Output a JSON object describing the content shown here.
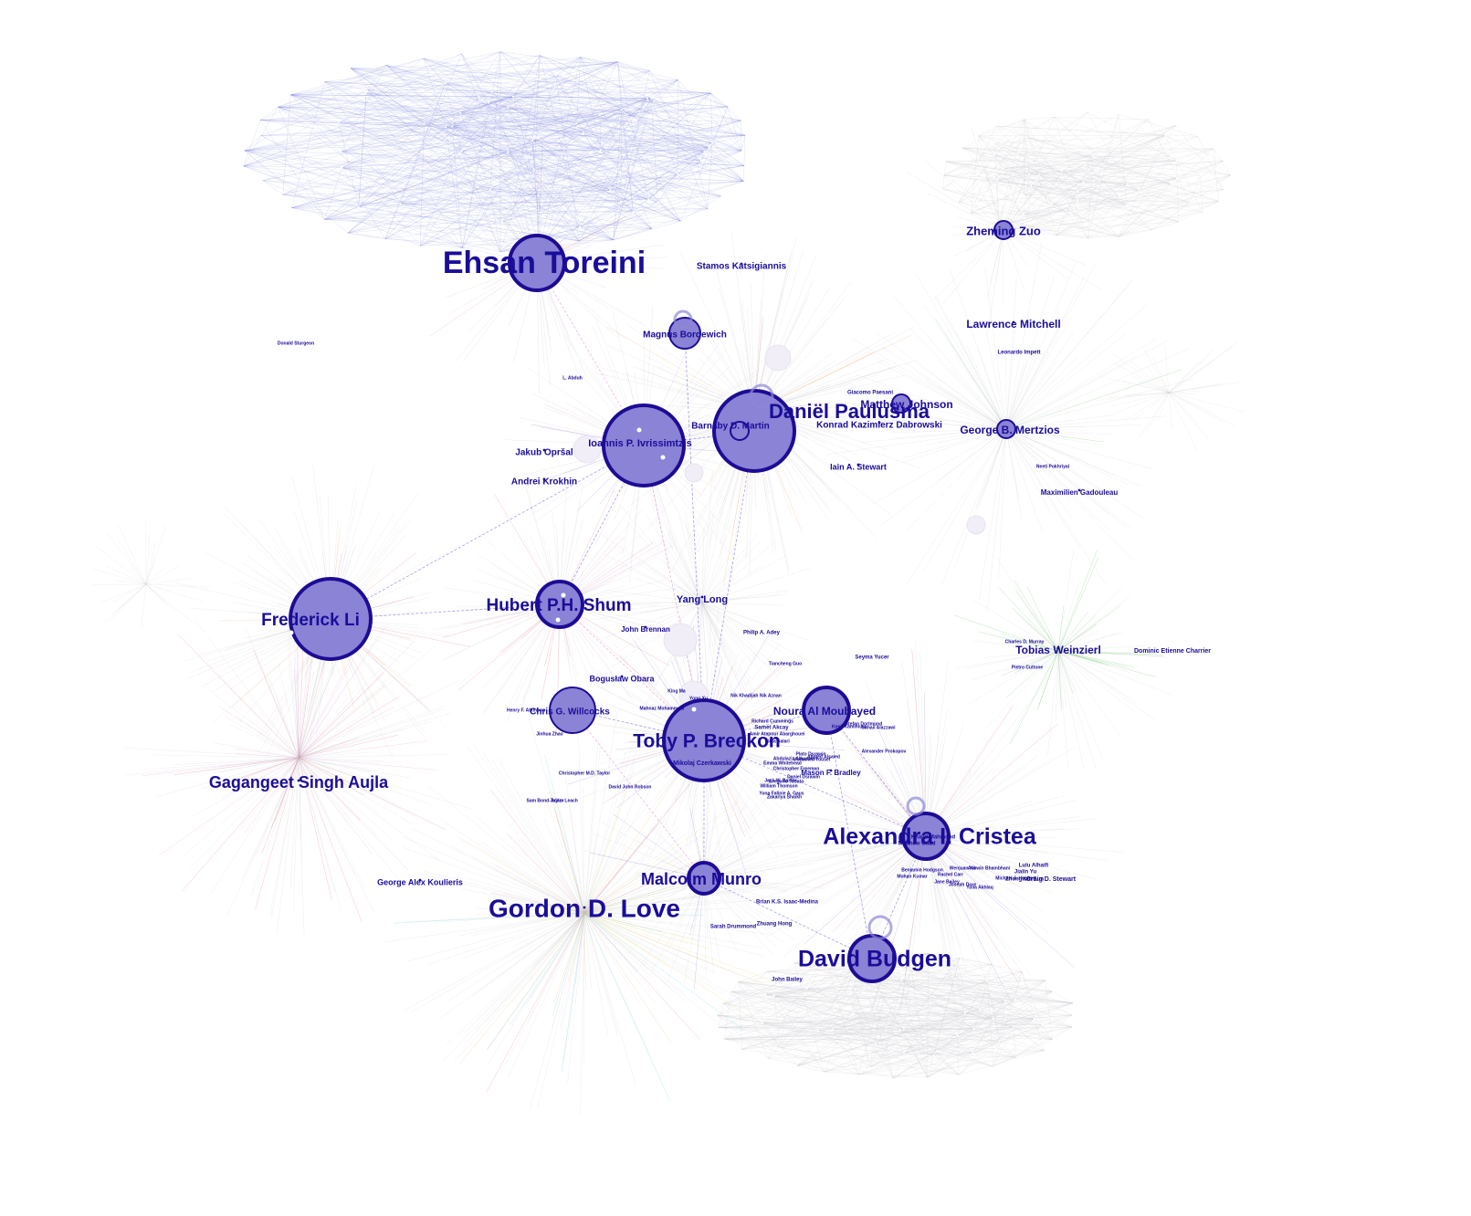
{
  "colors": {
    "node_fill": "#8a83d6",
    "node_stroke": "#1d0b95",
    "label": "#1a0d99",
    "cluster_edge": "#7c82d8",
    "grey_edge": "#c9c9cf",
    "green_edge": "#3fae3f",
    "red_edge": "#d9485a",
    "pink_edge": "#d98ccf",
    "cyan_edge": "#33bfe6",
    "orange_edge": "#f0a040",
    "yellow_edge": "#e3d43a",
    "purple_edge": "#6a5ad6",
    "ghost_node": "#f1eef7"
  },
  "nodes": [
    {
      "id": "ehsan",
      "label": "Ehsan Toreini",
      "size": "xl",
      "ring": true
    },
    {
      "id": "zheming",
      "label": "Zheming Zuo",
      "size": "xs",
      "ring": false
    },
    {
      "id": "stamos",
      "label": "Stamos Katsigiannis",
      "size": "none"
    },
    {
      "id": "magnus",
      "label": "Magnus Bordewich",
      "size": "s",
      "ring": false
    },
    {
      "id": "lawrence",
      "label": "Lawrence Mitchell",
      "size": "none"
    },
    {
      "id": "leonardo",
      "label": "Leonardo Impett",
      "size": "none"
    },
    {
      "id": "daniel",
      "label": "Daniël Paulusma",
      "size": "l",
      "ring": true
    },
    {
      "id": "matthew",
      "label": "Matthew Johnson",
      "size": "xs",
      "ring": false
    },
    {
      "id": "giacomo",
      "label": "Giacomo Paesani",
      "size": "none"
    },
    {
      "id": "konrad",
      "label": "Konrad Kazimierz Dabrowski",
      "size": "none"
    },
    {
      "id": "george_m",
      "label": "George B. Mertzios",
      "size": "xs",
      "ring": false
    },
    {
      "id": "barnaby",
      "label": "Barnaby D. Martin",
      "size": "xs",
      "ring": false
    },
    {
      "id": "ioannis",
      "label": "Ioannis P. Ivrissimtzis",
      "size": "l",
      "ring": true
    },
    {
      "id": "jakub",
      "label": "Jakub Opršal",
      "size": "none"
    },
    {
      "id": "andrei",
      "label": "Andrei Krokhin",
      "size": "none"
    },
    {
      "id": "iain",
      "label": "Iain A. Stewart",
      "size": "none"
    },
    {
      "id": "maximilien",
      "label": "Maximilien Gadouleau",
      "size": "none"
    },
    {
      "id": "frederick",
      "label": "Frederick Li",
      "size": "l",
      "ring": true
    },
    {
      "id": "hubert",
      "label": "Hubert P.H. Shum",
      "size": "m",
      "ring": true
    },
    {
      "id": "yanglong",
      "label": "Yang Long",
      "size": "none"
    },
    {
      "id": "john_b",
      "label": "John Brennan",
      "size": "none"
    },
    {
      "id": "tobias",
      "label": "Tobias Weinzierl",
      "size": "none"
    },
    {
      "id": "dominic",
      "label": "Dominic Etienne Charrier",
      "size": "none"
    },
    {
      "id": "boguslaw",
      "label": "Bogusław Obara",
      "size": "none"
    },
    {
      "id": "chris",
      "label": "Chris G. Willcocks",
      "size": "m",
      "ring": false
    },
    {
      "id": "toby",
      "label": "Toby P. Breckon",
      "size": "l",
      "ring": true
    },
    {
      "id": "noura",
      "label": "Noura Al Moubayed",
      "size": "m",
      "ring": true
    },
    {
      "id": "gagangeet",
      "label": "Gagangeet Singh Aujla",
      "size": "none"
    },
    {
      "id": "alexandra",
      "label": "Alexandra I. Cristea",
      "size": "m",
      "ring": true
    },
    {
      "id": "malcolm",
      "label": "Malcolm Munro",
      "size": "s",
      "ring": true
    },
    {
      "id": "gordon",
      "label": "Gordon D. Love",
      "size": "none"
    },
    {
      "id": "george_k",
      "label": "George Alex Koulieris",
      "size": "none"
    },
    {
      "id": "david",
      "label": "David Budgen",
      "size": "m",
      "ring": true
    },
    {
      "id": "mikolaj",
      "label": "Mikolaj Czerkawski",
      "size": "none"
    },
    {
      "id": "seyma",
      "label": "Seyma Yucer",
      "size": "none"
    },
    {
      "id": "tiancheng",
      "label": "Tiancheng Guo",
      "size": "none"
    },
    {
      "id": "philip",
      "label": "Philip A. Adey",
      "size": "none"
    },
    {
      "id": "mason",
      "label": "Mason F. Bradley",
      "size": "none"
    },
    {
      "id": "samet",
      "label": "Samet Akcay",
      "size": "none"
    },
    {
      "id": "zhuang",
      "label": "Zhuang Hong",
      "size": "none"
    },
    {
      "id": "sarah",
      "label": "Sarah Drummond",
      "size": "none"
    },
    {
      "id": "john_bailey",
      "label": "John Bailey",
      "size": "none"
    },
    {
      "id": "brian",
      "label": "Brian K.S. Isaac-Medina",
      "size": "none"
    },
    {
      "id": "craig",
      "label": "Craig D. Stewart",
      "size": "none"
    },
    {
      "id": "donald",
      "label": "Donald Sturgeon",
      "size": "none"
    },
    {
      "id": "l_abduh",
      "label": "L. Abduh",
      "size": "none"
    },
    {
      "id": "christopher",
      "label": "Christopher M.D. Taylor",
      "size": "none"
    },
    {
      "id": "david_j",
      "label": "David John Robson",
      "size": "none"
    },
    {
      "id": "sam",
      "label": "Sam Bond-Taylor",
      "size": "none"
    },
    {
      "id": "adam",
      "label": "Adam Leach",
      "size": "none"
    },
    {
      "id": "matthew_g",
      "label": "Matthew Gadd",
      "size": "none"
    },
    {
      "id": "khalid",
      "label": "Khalid Mahmood",
      "size": "none"
    },
    {
      "id": "zhongtian",
      "label": "Zhongtian Sun",
      "size": "none"
    },
    {
      "id": "jialin",
      "label": "Jialin Yu",
      "size": "none"
    },
    {
      "id": "lulu",
      "label": "Lulu Alhaifi",
      "size": "none"
    },
    {
      "id": "charles",
      "label": "Charles D. Murray",
      "size": "none"
    },
    {
      "id": "pietro",
      "label": "Pietro Cuttone",
      "size": "none"
    },
    {
      "id": "neeti",
      "label": "Neeti Pokhriyal",
      "size": "none"
    },
    {
      "id": "henry",
      "label": "Henry F. Atkinson",
      "size": "none"
    },
    {
      "id": "jinhua",
      "label": "Jinhua Zhao",
      "size": "none"
    },
    {
      "id": "nik",
      "label": "Nik Khadijah Nik Aznan",
      "size": "none"
    },
    {
      "id": "richard",
      "label": "Richard Cummings",
      "size": "none"
    },
    {
      "id": "amir",
      "label": "Amir Atapour Abarghouei",
      "size": "none"
    },
    {
      "id": "sina",
      "label": "Sina Salari",
      "size": "none"
    },
    {
      "id": "abdulaziz",
      "label": "Abdulaziz Alhussein",
      "size": "none"
    },
    {
      "id": "chrisfree",
      "label": "Christopher Freeman",
      "size": "none"
    },
    {
      "id": "daniel_d",
      "label": "Daniel Dsrawin",
      "size": "none"
    },
    {
      "id": "plato",
      "label": "Plato Dsrawin",
      "size": "none"
    },
    {
      "id": "yona",
      "label": "Yona Falinie A. Gaus",
      "size": "none"
    },
    {
      "id": "gregorio",
      "label": "Gregorio Tosato",
      "size": "none"
    },
    {
      "id": "william",
      "label": "William Thomson",
      "size": "none"
    },
    {
      "id": "zakariya",
      "label": "Zakariya Shaikh",
      "size": "none"
    },
    {
      "id": "mahnaz",
      "label": "Mahnaz Mohammadi",
      "size": "none"
    },
    {
      "id": "king",
      "label": "King Ma",
      "size": "none"
    },
    {
      "id": "yong",
      "label": "Yong Xu",
      "size": "none"
    },
    {
      "id": "jack",
      "label": "Jack W. Barker",
      "size": "none"
    },
    {
      "id": "emma",
      "label": "Emma Whitehead",
      "size": "none"
    },
    {
      "id": "mohamed",
      "label": "Mohamed Yousef",
      "size": "none"
    },
    {
      "id": "ahmed",
      "label": "Ahmed Alsaied",
      "size": "none"
    },
    {
      "id": "kenji",
      "label": "Kenji Kamimura",
      "size": "none"
    },
    {
      "id": "stefan",
      "label": "Stefan Dortmund",
      "size": "none"
    },
    {
      "id": "suhail",
      "label": "Suhail Alazzawi",
      "size": "none"
    },
    {
      "id": "alexander",
      "label": "Alexander Prokopov",
      "size": "none"
    },
    {
      "id": "benjamin",
      "label": "Benjamin Hodgson",
      "size": "none"
    },
    {
      "id": "mohan",
      "label": "Mohan Kumar",
      "size": "none"
    },
    {
      "id": "rachel",
      "label": "Rachel Carr",
      "size": "none"
    },
    {
      "id": "jane",
      "label": "Jane Bailey",
      "size": "none"
    },
    {
      "id": "joseph",
      "label": "Joseph Dore",
      "size": "none"
    },
    {
      "id": "yulia",
      "label": "Yulia Akhlaq",
      "size": "none"
    },
    {
      "id": "wenjuan",
      "label": "Wenjuan Xu",
      "size": "none"
    },
    {
      "id": "ashwin",
      "label": "Ashwin Bhambhani",
      "size": "none"
    },
    {
      "id": "michael",
      "label": "Michael J. Hughes",
      "size": "none"
    }
  ]
}
